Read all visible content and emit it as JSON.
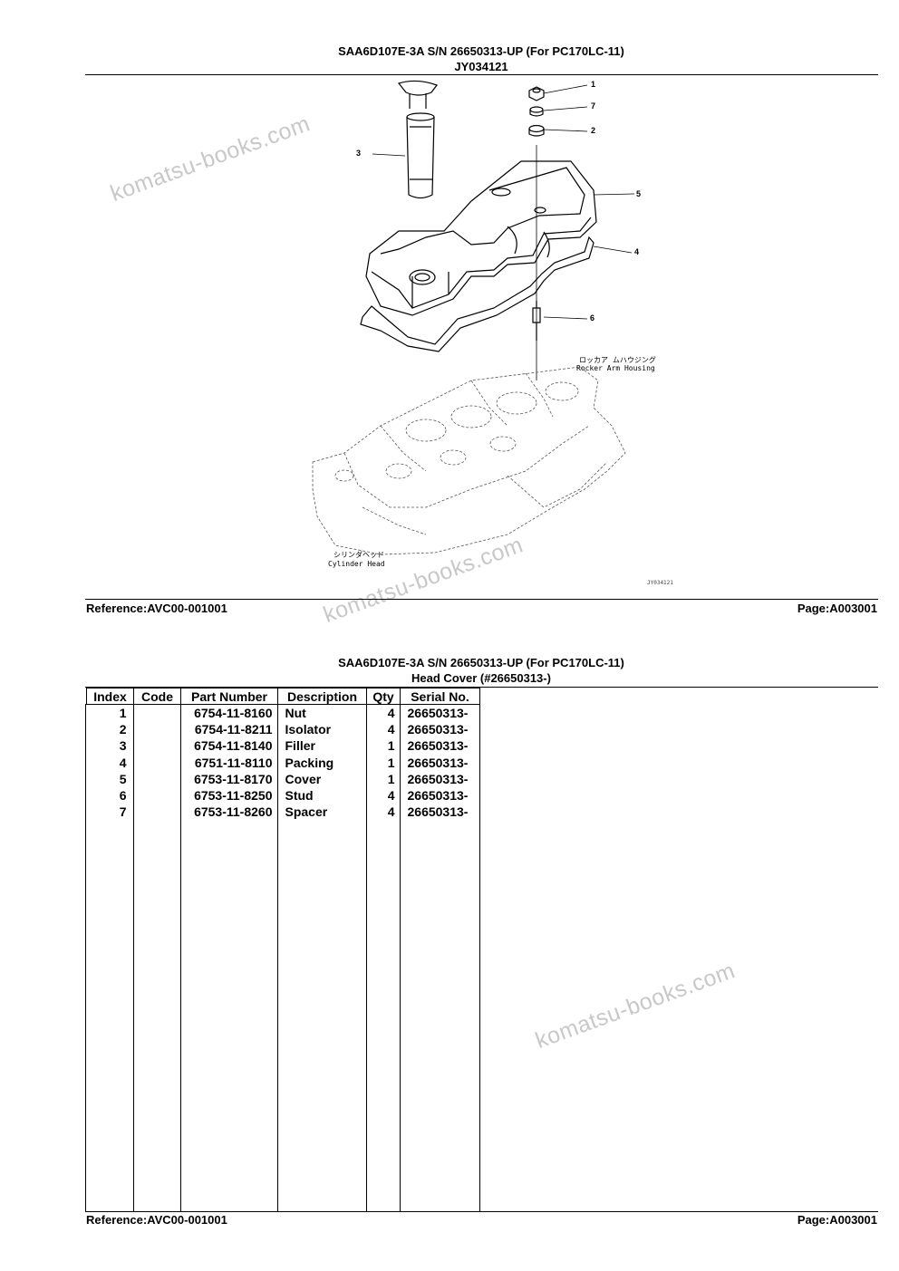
{
  "top_section": {
    "title": "SAA6D107E-3A S/N 26650313-UP (For PC170LC-11)",
    "subtitle": "JY034121",
    "reference": "Reference:AVC00-001001",
    "page": "Page:A003001"
  },
  "diagram": {
    "callouts": [
      "1",
      "7",
      "2",
      "3",
      "5",
      "4",
      "6"
    ],
    "rocker_jp": "ロッカア ムハウジング",
    "rocker_en": "Rocker Arm Housing",
    "cyl_jp": "シリンダヘッド",
    "cyl_en": "Cylinder Head",
    "drawing_id": "JY034121"
  },
  "watermark": "komatsu-books.com",
  "bottom_section": {
    "title": "SAA6D107E-3A S/N 26650313-UP (For PC170LC-11)",
    "subtitle": "Head Cover (#26650313-)",
    "reference": "Reference:AVC00-001001",
    "page": "Page:A003001"
  },
  "table": {
    "headers": [
      "Index",
      "Code",
      "Part Number",
      "Description",
      "Qty",
      "Serial No."
    ],
    "rows": [
      {
        "index": "1",
        "code": "",
        "part_number": "6754-11-8160",
        "description": "Nut",
        "qty": "4",
        "serial": "26650313-"
      },
      {
        "index": "2",
        "code": "",
        "part_number": "6754-11-8211",
        "description": "Isolator",
        "qty": "4",
        "serial": "26650313-"
      },
      {
        "index": "3",
        "code": "",
        "part_number": "6754-11-8140",
        "description": "Filler",
        "qty": "1",
        "serial": "26650313-"
      },
      {
        "index": "4",
        "code": "",
        "part_number": "6751-11-8110",
        "description": "Packing",
        "qty": "1",
        "serial": "26650313-"
      },
      {
        "index": "5",
        "code": "",
        "part_number": "6753-11-8170",
        "description": "Cover",
        "qty": "1",
        "serial": "26650313-"
      },
      {
        "index": "6",
        "code": "",
        "part_number": "6753-11-8250",
        "description": "Stud",
        "qty": "4",
        "serial": "26650313-"
      },
      {
        "index": "7",
        "code": "",
        "part_number": "6753-11-8260",
        "description": "Spacer",
        "qty": "4",
        "serial": "26650313-"
      }
    ]
  }
}
